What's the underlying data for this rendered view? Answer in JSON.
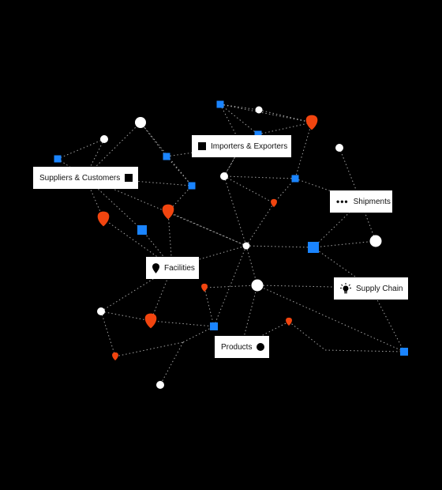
{
  "labels": {
    "importers": "Importers & Exporters",
    "suppliers": "Suppliers & Customers",
    "shipments": "Shipments",
    "facilities": "Facilities",
    "supply_chain": "Supply Chain",
    "products": "Products"
  },
  "colors": {
    "background": "#000000",
    "node_white": "#ffffff",
    "node_blue": "#1a84ff",
    "pin_orange": "#f2450f",
    "edge": "#bdbdbd",
    "label_bg": "#ffffff"
  },
  "icons": {
    "importers": "square-icon",
    "suppliers": "square-icon",
    "shipments": "ellipsis-icon",
    "facilities": "location-pin-icon",
    "supply_chain": "lightbulb-icon",
    "products": "circle-icon"
  }
}
